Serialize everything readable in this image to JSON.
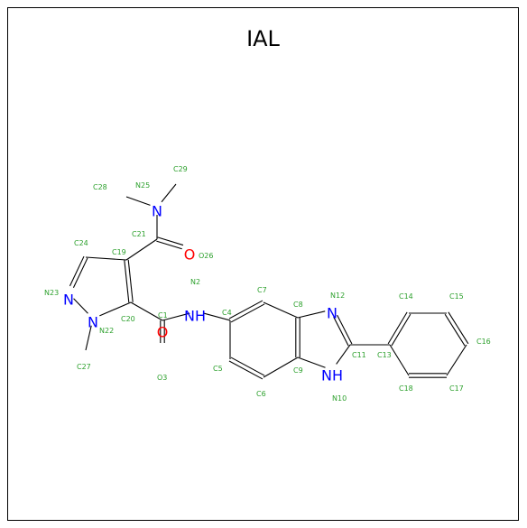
{
  "title": "IAL",
  "colors": {
    "carbon_label": "#2ca02c",
    "nitrogen": "#0000ff",
    "oxygen": "#ff0000",
    "bond": "#000000"
  },
  "atoms": [
    {
      "id": "C29",
      "label": "C29",
      "element": "C"
    },
    {
      "id": "C28",
      "label": "C28",
      "element": "C"
    },
    {
      "id": "N25",
      "label": "N25",
      "element": "C"
    },
    {
      "id": "C21",
      "label": "C21",
      "element": "C"
    },
    {
      "id": "O26",
      "label": "O26",
      "element": "C"
    },
    {
      "id": "C24",
      "label": "C24",
      "element": "C"
    },
    {
      "id": "C19",
      "label": "C19",
      "element": "C"
    },
    {
      "id": "N2",
      "label": "N2",
      "element": "C"
    },
    {
      "id": "C7",
      "label": "C7",
      "element": "C"
    },
    {
      "id": "N12",
      "label": "N12",
      "element": "C"
    },
    {
      "id": "C14",
      "label": "C14",
      "element": "C"
    },
    {
      "id": "C15",
      "label": "C15",
      "element": "C"
    },
    {
      "id": "N23",
      "label": "N23",
      "element": "C"
    },
    {
      "id": "C1",
      "label": "C1",
      "element": "C"
    },
    {
      "id": "C4",
      "label": "C4",
      "element": "C"
    },
    {
      "id": "C8",
      "label": "C8",
      "element": "C"
    },
    {
      "id": "C20",
      "label": "C20",
      "element": "C"
    },
    {
      "id": "N22",
      "label": "N22",
      "element": "C"
    },
    {
      "id": "C16",
      "label": "C16",
      "element": "C"
    },
    {
      "id": "C11",
      "label": "C11",
      "element": "C"
    },
    {
      "id": "C13",
      "label": "C13",
      "element": "C"
    },
    {
      "id": "C5",
      "label": "C5",
      "element": "C"
    },
    {
      "id": "C27",
      "label": "C27",
      "element": "C"
    },
    {
      "id": "C9",
      "label": "C9",
      "element": "C"
    },
    {
      "id": "O3",
      "label": "O3",
      "element": "C"
    },
    {
      "id": "C18",
      "label": "C18",
      "element": "C"
    },
    {
      "id": "C17",
      "label": "C17",
      "element": "C"
    },
    {
      "id": "C6",
      "label": "C6",
      "element": "C"
    },
    {
      "id": "N10",
      "label": "N10",
      "element": "C"
    }
  ],
  "heteroatoms": [
    {
      "id": "hN25",
      "label": "N",
      "element": "N"
    },
    {
      "id": "hO26",
      "label": "O",
      "element": "O"
    },
    {
      "id": "hN23",
      "label": "N",
      "element": "N"
    },
    {
      "id": "hN22",
      "label": "N",
      "element": "N"
    },
    {
      "id": "hN2",
      "label": "NH",
      "element": "N"
    },
    {
      "id": "hO3",
      "label": "O",
      "element": "O"
    },
    {
      "id": "hN12",
      "label": "N",
      "element": "N"
    },
    {
      "id": "hN10",
      "label": "NH",
      "element": "N"
    }
  ]
}
